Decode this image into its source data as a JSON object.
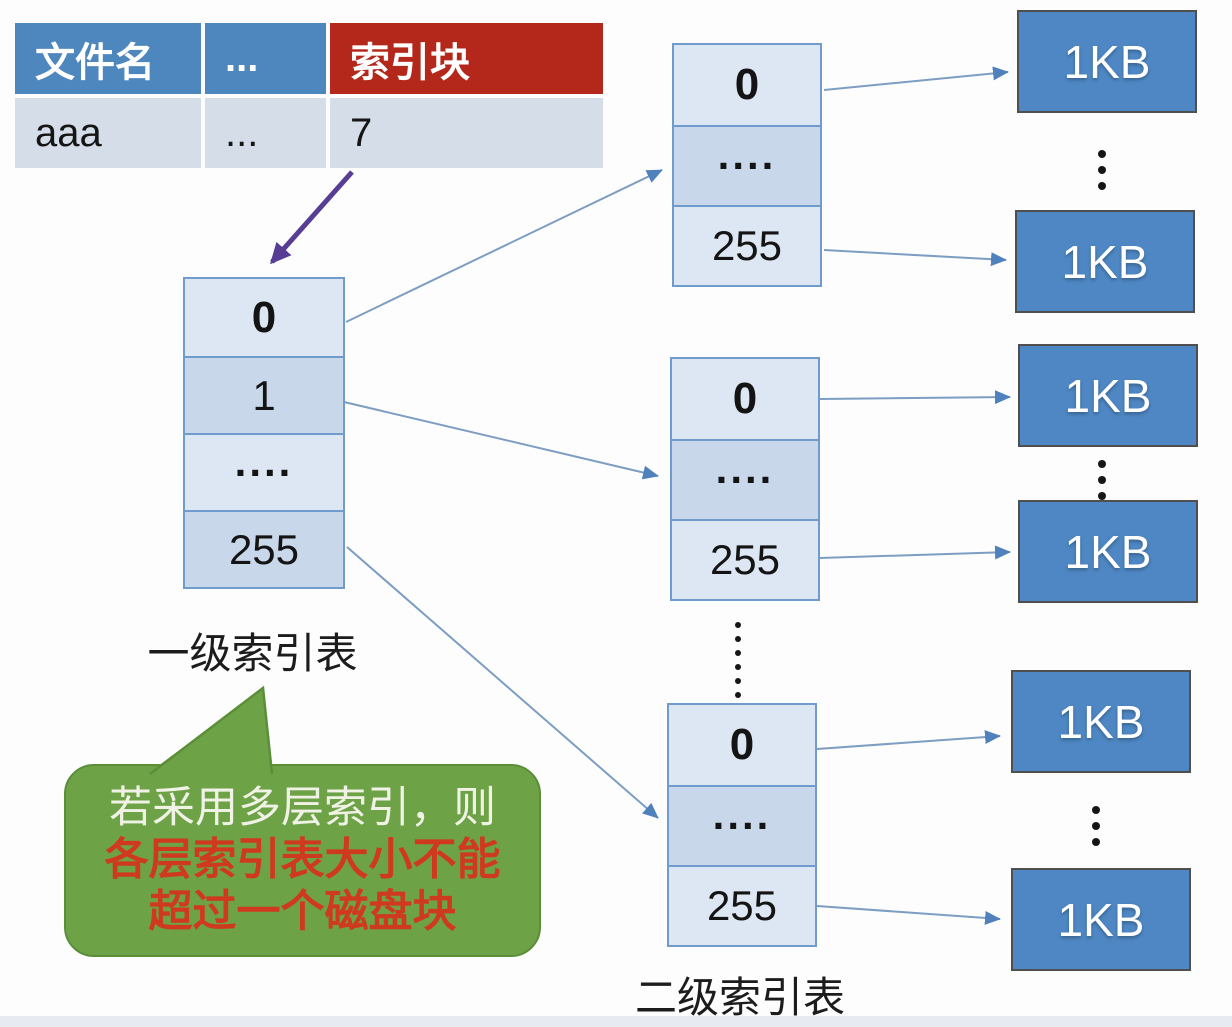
{
  "file_table": {
    "headers": [
      "文件名",
      "...",
      "索引块"
    ],
    "row": [
      "aaa",
      "...",
      "7"
    ]
  },
  "level1": {
    "cells": [
      "0",
      "1",
      "....",
      "255"
    ],
    "label": "一级索引表"
  },
  "level2": {
    "label": "二级索引表",
    "tables": [
      {
        "cells": [
          "0",
          "....",
          "255"
        ]
      },
      {
        "cells": [
          "0",
          "....",
          "255"
        ]
      },
      {
        "cells": [
          "0",
          "....",
          "255"
        ]
      }
    ]
  },
  "blocks": {
    "labels": [
      "1KB",
      "1KB",
      "1KB",
      "1KB",
      "1KB",
      "1KB"
    ]
  },
  "bubble": {
    "lines": [
      "若采用多层索引，则",
      "各层索引表大小不能",
      "超过一个磁盘块"
    ]
  },
  "icons": {
    "vertical_ellipsis": "⋮"
  },
  "colors": {
    "header_blue": "#4e86be",
    "header_red": "#b3281b",
    "data_row_bg": "#d5dde9",
    "cell_light": "#dde7f3",
    "cell_dark": "#c9d7ea",
    "cell_border": "#6f9bcd",
    "block_fill": "#4e87c3",
    "block_border": "#4f4f4f",
    "arrow_line": "#7d9dc2",
    "arrow_head": "#4f81bd",
    "purple_arrow": "#573d94",
    "bubble_fill": "#6ea246",
    "bubble_border": "#5c8e3a",
    "bubble_text_light": "#f0f2e6",
    "bubble_text_red": "#cf3a1e"
  }
}
